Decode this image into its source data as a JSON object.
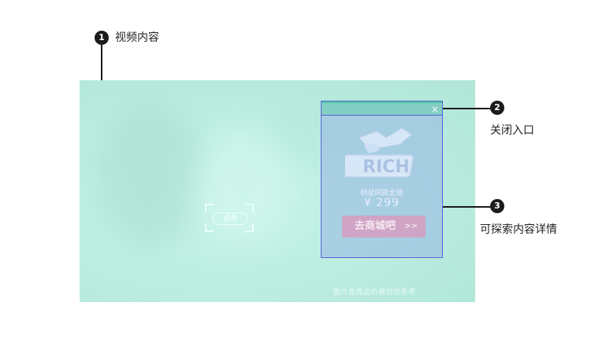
{
  "annotations": [
    {
      "number": "1",
      "label": "视频内容"
    },
    {
      "number": "2",
      "label": "关闭入口"
    },
    {
      "number": "3",
      "label": "可探索内容详情"
    }
  ],
  "video": {
    "caption": "图片及商品价格仅供参考",
    "scan_text": "点击"
  },
  "card": {
    "close_glyph": "×",
    "logo_text": "RICH",
    "subtitle": "明星同款金链",
    "price": "¥ 299",
    "cta_label": "去商城吧",
    "cta_arrow": ">>"
  },
  "colors": {
    "annotation_line": "#1b1b1b",
    "video_bg": "#bdeee2",
    "card_border": "#5a63d8",
    "header_accent": "#4cc6a6"
  }
}
